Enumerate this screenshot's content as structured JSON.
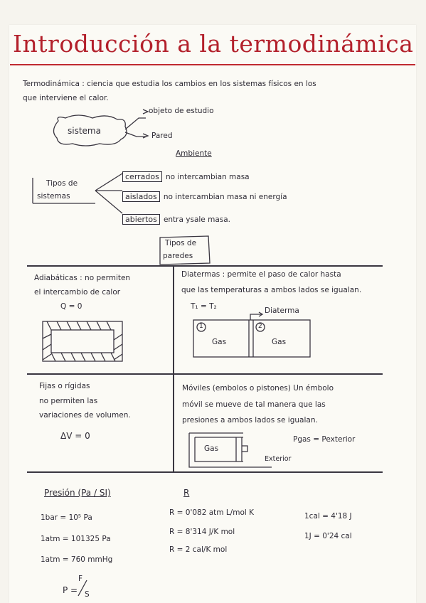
{
  "title": "Introducción a la termodinámica",
  "definition": {
    "line1": "Termodinámica : ciencia que estudia los cambios en los sistemas físicos en los",
    "line2": "que interviene el calor."
  },
  "sistema": {
    "label": "sistema",
    "branch1": "objeto de estudio",
    "branch2": "Pared",
    "ambiente": "Ambiente"
  },
  "tipos_sistemas": {
    "label_line1": "Tipos de",
    "label_line2": "sistemas",
    "items": [
      {
        "name": "cerrados",
        "desc": "no intercambian masa"
      },
      {
        "name": "aislados",
        "desc": "no intercambian masa ni energía"
      },
      {
        "name": "abiertos",
        "desc": "entra ysale masa."
      }
    ]
  },
  "tipos_paredes": {
    "label_line1": "Tipos de",
    "label_line2": "paredes"
  },
  "adiabaticas": {
    "line1": "Adiabáticas : no permiten",
    "line2": "el intercambio de calor",
    "formula": "Q = 0"
  },
  "diatermas": {
    "line1": "Diatermas : permite el paso de calor hasta",
    "line2": "que las temperaturas a ambos lados se igualan.",
    "formula": "T₁ = T₂",
    "arrow_label": "Diaterma",
    "box1_num": "1",
    "box1_label": "Gas",
    "box2_num": "2",
    "box2_label": "Gas"
  },
  "fijas": {
    "line1": "Fijas o rígidas",
    "line2": "no permiten las",
    "line3": "variaciones de volumen.",
    "formula": "ΔV = 0"
  },
  "moviles": {
    "line1": "Móviles (embolos o pistones) Un émbolo",
    "line2": "móvil se mueve de tal manera que las",
    "line3": "presiones a ambos lados se igualan.",
    "formula": "Pgas = Pexterior",
    "gas_label": "Gas",
    "exterior_label": "Exterior"
  },
  "presion": {
    "heading": "Presión (Pa / SI)",
    "lines": [
      "1bar = 10⁵ Pa",
      "1atm = 101325 Pa",
      "1atm = 760 mmHg"
    ],
    "formula_p": "P =",
    "formula_num": "F",
    "formula_den": "S"
  },
  "constante_r": {
    "heading": "R",
    "lines": [
      "R = 0'082 atm L/mol K",
      "R = 8'314 J/K mol",
      "R = 2 cal/K mol"
    ]
  },
  "calorias": {
    "lines": [
      "1cal = 4'18 J",
      "1J = 0'24 cal"
    ]
  }
}
